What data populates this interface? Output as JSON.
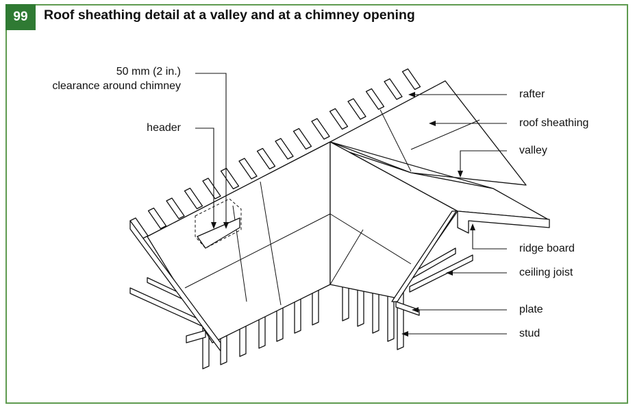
{
  "figure": {
    "number": "99",
    "title": "Roof sheathing detail at a valley and at a chimney opening",
    "accent_color": "#2f7a33",
    "border_color": "#5e9a4f"
  },
  "labels": {
    "clearance_line1": "50 mm (2 in.)",
    "clearance_line2": "clearance around chimney",
    "header": "header",
    "rafter": "rafter",
    "roof_sheathing": "roof sheathing",
    "valley": "valley",
    "ridge_board": "ridge board",
    "ceiling_joist": "ceiling joist",
    "plate": "plate",
    "stud": "stud"
  }
}
